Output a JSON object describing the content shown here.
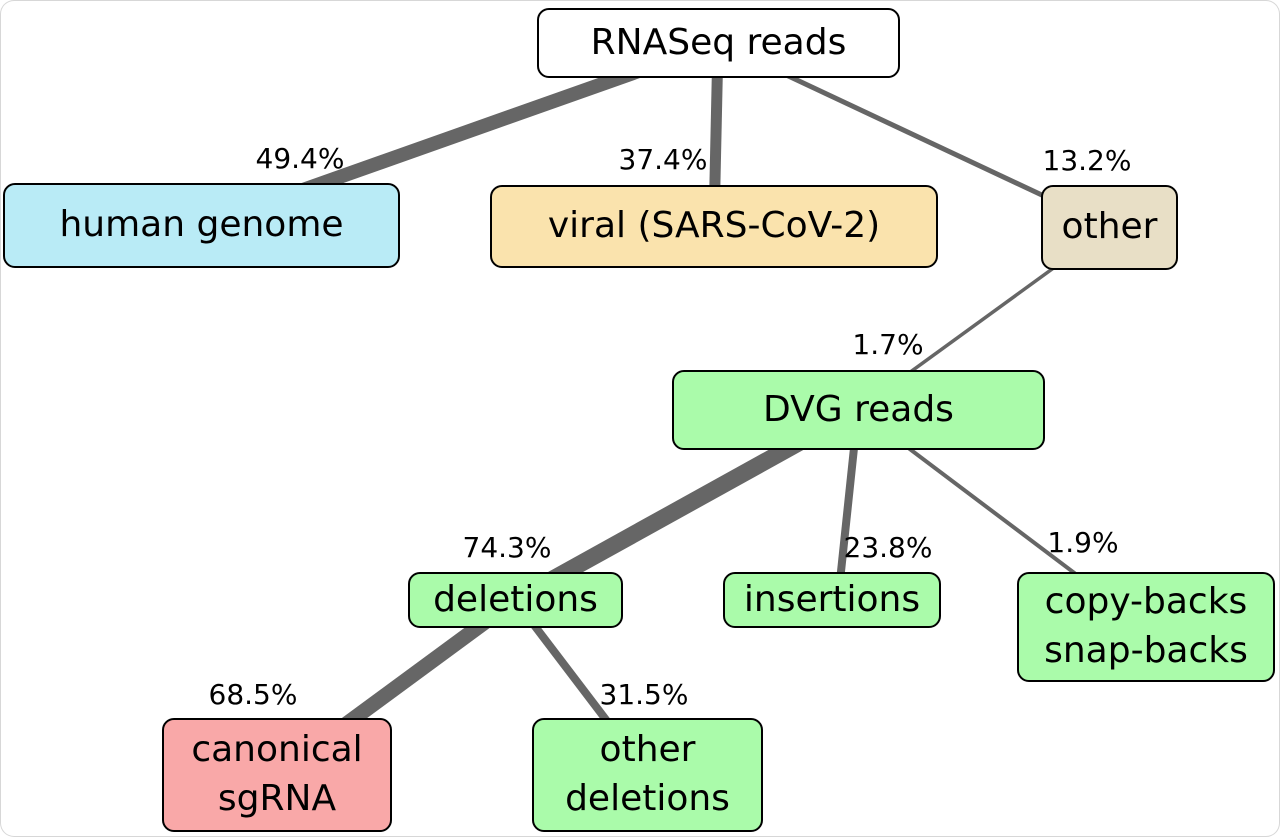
{
  "tree": {
    "nodes": [
      {
        "id": "root",
        "label": "RNASeq reads",
        "fill": "#ffffff"
      },
      {
        "id": "human",
        "label": "human genome",
        "fill": "#b9ebf6"
      },
      {
        "id": "viral",
        "label": "viral (SARS-CoV-2)",
        "fill": "#fae3ad"
      },
      {
        "id": "other",
        "label": "other",
        "fill": "#e8dfc6"
      },
      {
        "id": "dvg",
        "label": "DVG reads",
        "fill": "#aafbaa"
      },
      {
        "id": "deletions",
        "label": "deletions",
        "fill": "#aafbaa"
      },
      {
        "id": "insertions",
        "label": "insertions",
        "fill": "#aafbaa"
      },
      {
        "id": "copybacks",
        "label": "copy-backs\nsnap-backs",
        "fill": "#aafbaa"
      },
      {
        "id": "canonical",
        "label": "canonical\nsgRNA",
        "fill": "#f9a8a8"
      },
      {
        "id": "otherdel",
        "label": "other\ndeletions",
        "fill": "#aafbaa"
      }
    ],
    "edges": [
      {
        "from": "root",
        "to": "human",
        "pct_label": "49.4%",
        "pct": 49.4,
        "stroke_width": 14
      },
      {
        "from": "root",
        "to": "viral",
        "pct_label": "37.4%",
        "pct": 37.4,
        "stroke_width": 11
      },
      {
        "from": "root",
        "to": "other",
        "pct_label": "13.2%",
        "pct": 13.2,
        "stroke_width": 5
      },
      {
        "from": "other",
        "to": "dvg",
        "pct_label": "1.7%",
        "pct": 1.7,
        "stroke_width": 3.5
      },
      {
        "from": "dvg",
        "to": "deletions",
        "pct_label": "74.3%",
        "pct": 74.3,
        "stroke_width": 17
      },
      {
        "from": "dvg",
        "to": "insertions",
        "pct_label": "23.8%",
        "pct": 23.8,
        "stroke_width": 8
      },
      {
        "from": "dvg",
        "to": "copybacks",
        "pct_label": "1.9%",
        "pct": 1.9,
        "stroke_width": 4
      },
      {
        "from": "deletions",
        "to": "canonical",
        "pct_label": "68.5%",
        "pct": 68.5,
        "stroke_width": 15
      },
      {
        "from": "deletions",
        "to": "otherdel",
        "pct_label": "31.5%",
        "pct": 31.5,
        "stroke_width": 8
      }
    ]
  },
  "colors": {
    "edge": "#666666",
    "node_border": "#000000",
    "background": "#ffffff"
  }
}
